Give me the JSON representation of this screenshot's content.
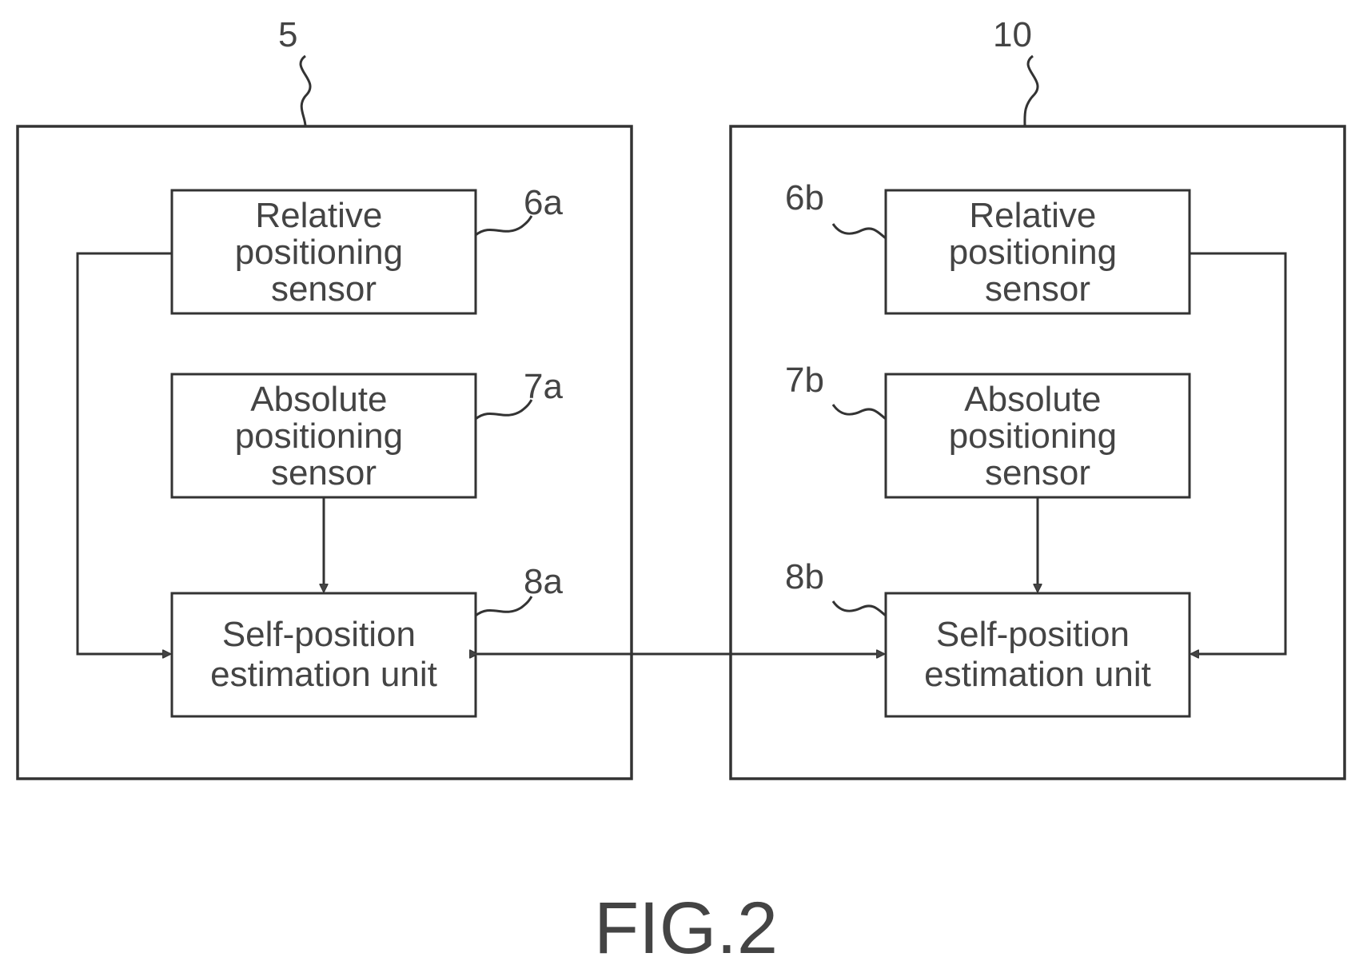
{
  "figure": {
    "caption": "FIG.2",
    "colors": {
      "line": "#333333",
      "text": "#444444",
      "background": "#ffffff"
    }
  },
  "system_left": {
    "ref": "5",
    "relative_sensor": {
      "ref": "6a",
      "lines": [
        "Relative",
        "positioning",
        "sensor"
      ]
    },
    "absolute_sensor": {
      "ref": "7a",
      "lines": [
        "Absolute",
        "positioning",
        "sensor"
      ]
    },
    "estimation_unit": {
      "ref": "8a",
      "lines": [
        "Self-position",
        "estimation unit"
      ]
    }
  },
  "system_right": {
    "ref": "10",
    "relative_sensor": {
      "ref": "6b",
      "lines": [
        "Relative",
        "positioning",
        "sensor"
      ]
    },
    "absolute_sensor": {
      "ref": "7b",
      "lines": [
        "Absolute",
        "positioning",
        "sensor"
      ]
    },
    "estimation_unit": {
      "ref": "8b",
      "lines": [
        "Self-position",
        "estimation unit"
      ]
    }
  }
}
